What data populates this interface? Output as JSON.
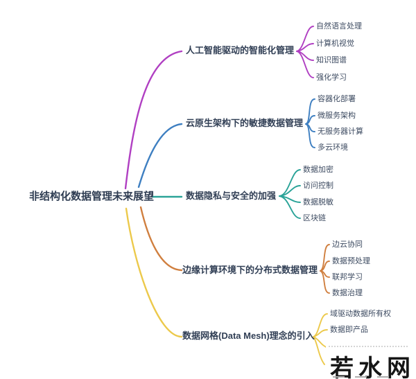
{
  "root": {
    "label": "非结构化数据管理未来展望"
  },
  "branches": [
    {
      "label": "人工智能驱动的智能化管理",
      "color": "#b03fc2",
      "children": [
        "自然语言处理",
        "计算机视觉",
        "知识图谱",
        "强化学习"
      ]
    },
    {
      "label": "云原生架构下的敏捷数据管理",
      "color": "#3e7fc1",
      "children": [
        "容器化部署",
        "微服务架构",
        "无服务器计算",
        "多云环境"
      ]
    },
    {
      "label": "数据隐私与安全的加强",
      "color": "#2aa398",
      "children": [
        "数据加密",
        "访问控制",
        "数据脱敏",
        "区块链"
      ]
    },
    {
      "label": "边缘计算环境下的分布式数据管理",
      "color": "#d07f3f",
      "children": [
        "边云协同",
        "数据预处理",
        "联邦学习",
        "数据治理"
      ]
    },
    {
      "label": "数据网格(Data Mesh)理念的引入",
      "color": "#ecc94b",
      "children": [
        "域驱动数据所有权",
        "数据即产品"
      ]
    }
  ],
  "watermark": {
    "text": "若水网"
  }
}
